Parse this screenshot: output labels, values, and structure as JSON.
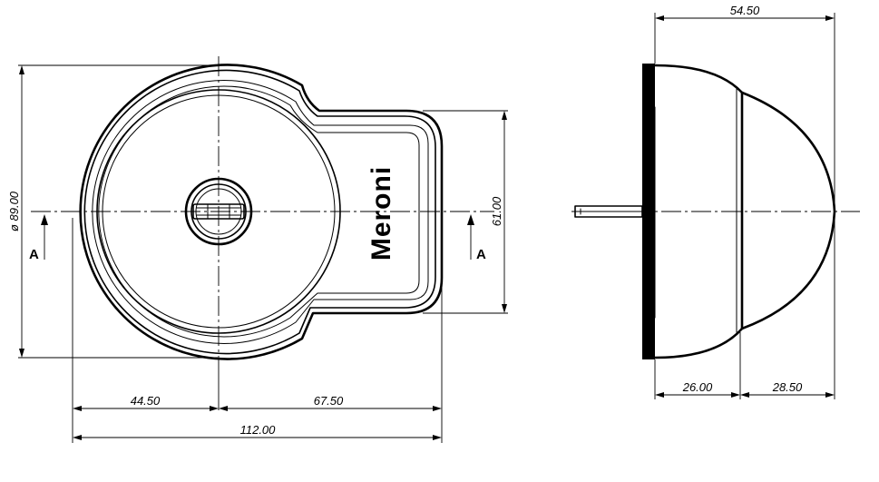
{
  "dimensions": {
    "diameter": "ø 89.00",
    "height_plate": "61.00",
    "width_left": "44.50",
    "width_right": "67.50",
    "width_total": "112.00",
    "depth_total": "54.50",
    "depth_base": "26.00",
    "depth_dome": "28.50"
  },
  "section": {
    "left_label": "A",
    "right_label": "A"
  },
  "brand": {
    "logo_text": "Meroni"
  }
}
